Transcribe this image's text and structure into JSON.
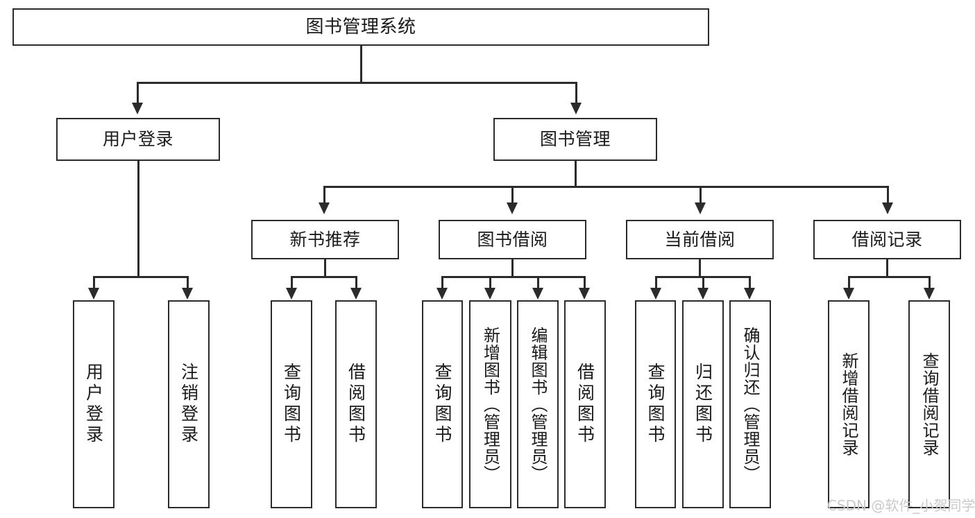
{
  "diagram": {
    "title": "图书管理系统",
    "type": "tree-hierarchy-chart",
    "watermark": "CSDN @软件_小贺同学",
    "colors": {
      "stroke": "#2b2b2b",
      "fill": "#ffffff",
      "text": "#1a1a1a",
      "watermark": "#c9c9c9"
    },
    "root": {
      "label": "图书管理系统"
    },
    "level2": [
      {
        "label": "用户登录"
      },
      {
        "label": "图书管理"
      }
    ],
    "level3": [
      {
        "label": "新书推荐"
      },
      {
        "label": "图书借阅"
      },
      {
        "label": "当前借阅"
      },
      {
        "label": "借阅记录"
      }
    ],
    "leaves": {
      "user_login": [
        {
          "label": "用户登录"
        },
        {
          "label": "注销登录"
        }
      ],
      "new_book": [
        {
          "label": "查询图书"
        },
        {
          "label": "借阅图书"
        }
      ],
      "book_borrow": [
        {
          "label": "查询图书"
        },
        {
          "label": "新增图书（管理员）"
        },
        {
          "label": "编辑图书（管理员）"
        },
        {
          "label": "借阅图书"
        }
      ],
      "current_borrow": [
        {
          "label": "查询图书"
        },
        {
          "label": "归还图书"
        },
        {
          "label": "确认归还（管理员）"
        }
      ],
      "borrow_record": [
        {
          "label": "新增借阅记录"
        },
        {
          "label": "查询借阅记录"
        }
      ]
    }
  }
}
